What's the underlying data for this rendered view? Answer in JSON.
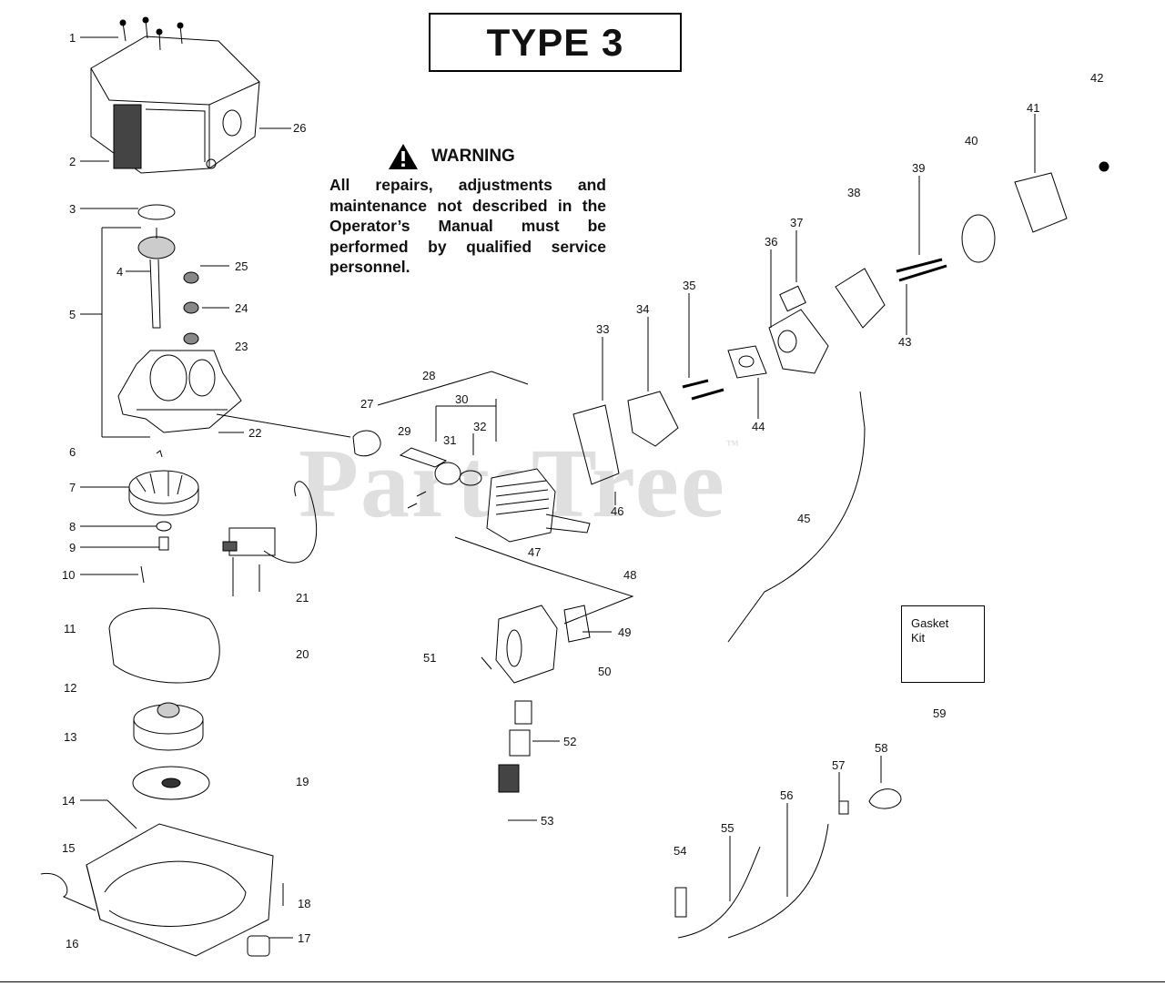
{
  "title": "TYPE 3",
  "warning": {
    "heading": "WARNING",
    "icon": "warning-triangle-icon",
    "text": "All repairs, adjustments and maintenance not described in the Operator’s Manual must be performed by qualified service personnel."
  },
  "gasket_kit": {
    "line1": "Gasket",
    "line2": "Kit"
  },
  "watermark": {
    "text": "PartsTree",
    "mark": "™"
  },
  "part_numbers": [
    "1",
    "2",
    "3",
    "4",
    "5",
    "6",
    "7",
    "8",
    "9",
    "10",
    "11",
    "12",
    "13",
    "14",
    "15",
    "16",
    "17",
    "18",
    "19",
    "20",
    "21",
    "22",
    "23",
    "24",
    "25",
    "26",
    "27",
    "28",
    "29",
    "30",
    "31",
    "32",
    "33",
    "34",
    "35",
    "36",
    "37",
    "38",
    "39",
    "40",
    "41",
    "42",
    "43",
    "44",
    "45",
    "46",
    "47",
    "48",
    "49",
    "50",
    "51",
    "52",
    "53",
    "54",
    "55",
    "56",
    "57",
    "58",
    "59"
  ]
}
